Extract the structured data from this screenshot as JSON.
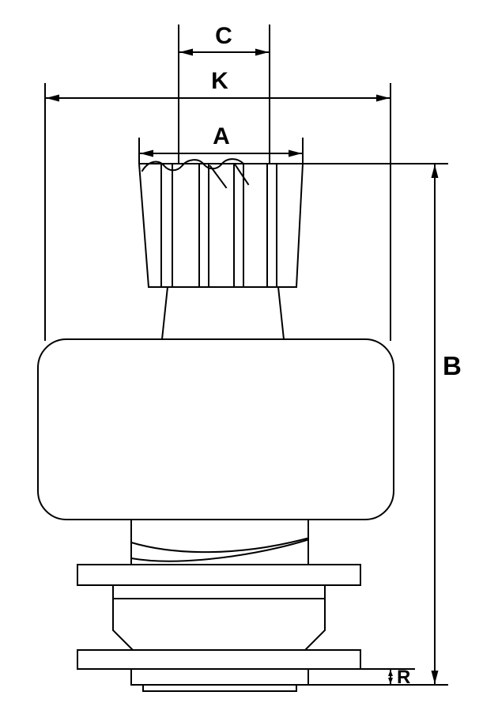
{
  "colors": {
    "line": "#000000",
    "background": "#ffffff"
  },
  "labels": {
    "c": "C",
    "k": "K",
    "a": "A",
    "b": "B",
    "r": "R"
  }
}
